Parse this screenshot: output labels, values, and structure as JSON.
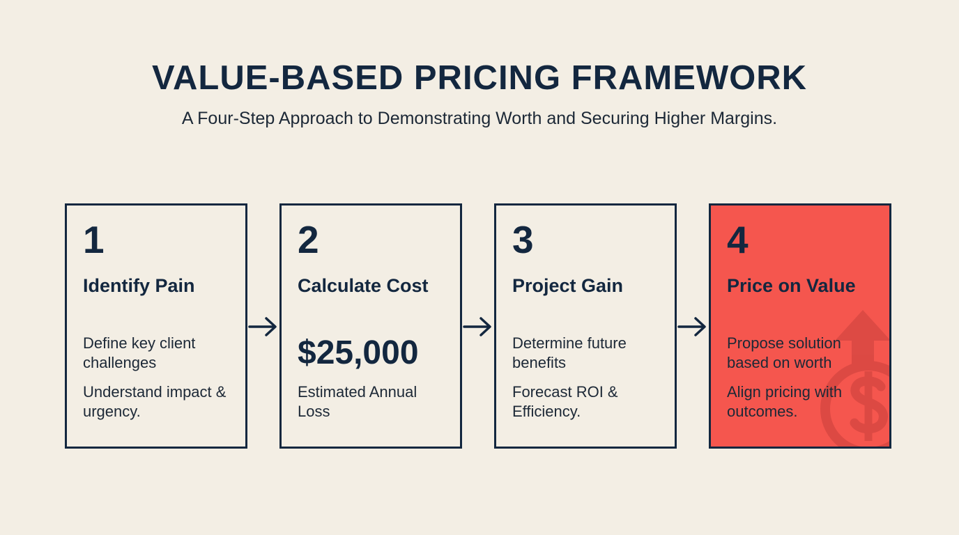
{
  "header": {
    "title": "VALUE-BASED PRICING FRAMEWORK",
    "subtitle": "A Four-Step Approach to Demonstrating Worth and Securing Higher Margins."
  },
  "steps": [
    {
      "number": "1",
      "title": "Identify Pain",
      "text1": "Define key client challenges",
      "text2": "Understand impact & urgency."
    },
    {
      "number": "2",
      "title": "Calculate Cost",
      "value": "$25,000",
      "text2": "Estimated Annual Loss"
    },
    {
      "number": "3",
      "title": "Project Gain",
      "text1": "Determine future benefits",
      "text2": "Forecast ROI & Efficiency."
    },
    {
      "number": "4",
      "title": "Price on Value",
      "text1": "Propose solution based on worth",
      "text2": "Align pricing with outcomes.",
      "icon": "dollar-growth-icon"
    }
  ],
  "colors": {
    "background": "#f3eee4",
    "navy": "#13273f",
    "accent": "#f5564e"
  }
}
